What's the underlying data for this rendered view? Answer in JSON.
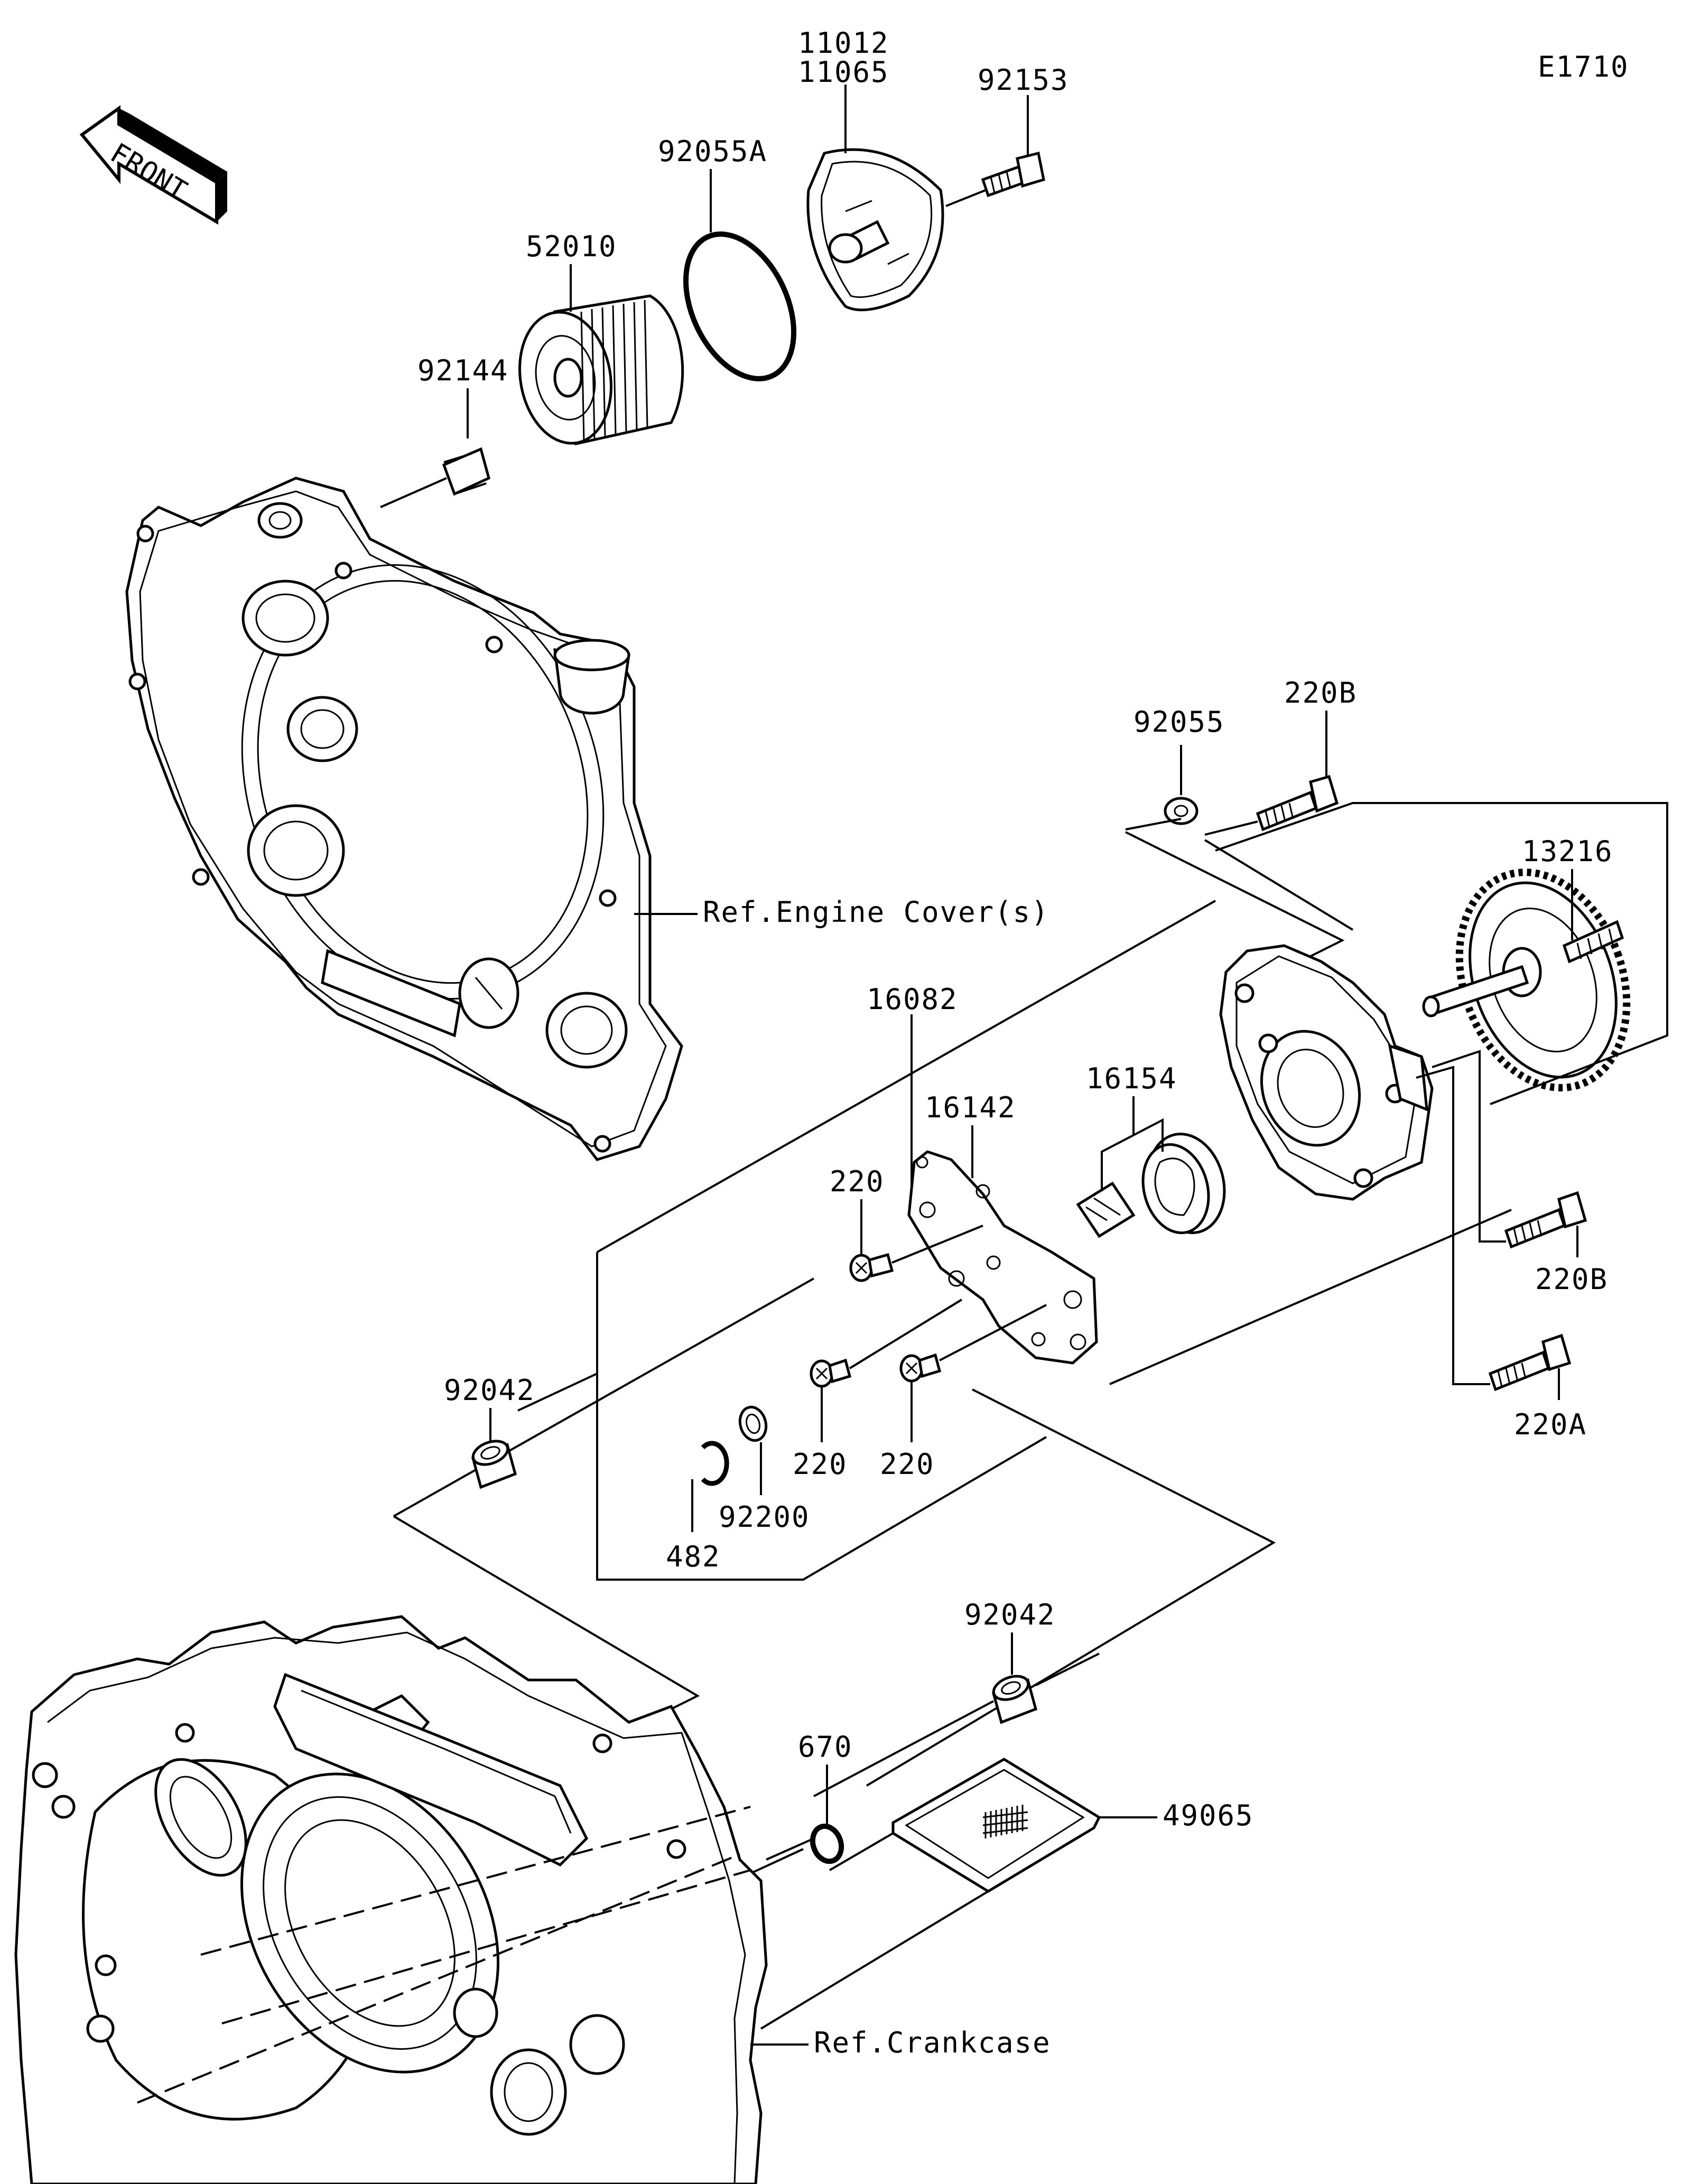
{
  "diagram_id": "E1710",
  "front_arrow": "FRONT",
  "references": {
    "engine_cover": "Ref.Engine Cover(s)",
    "crankcase": "Ref.Crankcase"
  },
  "parts": {
    "p11012": "11012",
    "p11065": "11065",
    "p92153": "92153",
    "p92055A": "92055A",
    "p52010": "52010",
    "p92144": "92144",
    "p92055": "92055",
    "p220B_top": "220B",
    "p13216": "13216",
    "p16082": "16082",
    "p16154": "16154",
    "p16142": "16142",
    "p220_a": "220",
    "p220_b": "220",
    "p220_c": "220",
    "p220B_right": "220B",
    "p220A": "220A",
    "p92042_left": "92042",
    "p92200": "92200",
    "p482": "482",
    "p92042_right": "92042",
    "p670": "670",
    "p49065": "49065"
  }
}
